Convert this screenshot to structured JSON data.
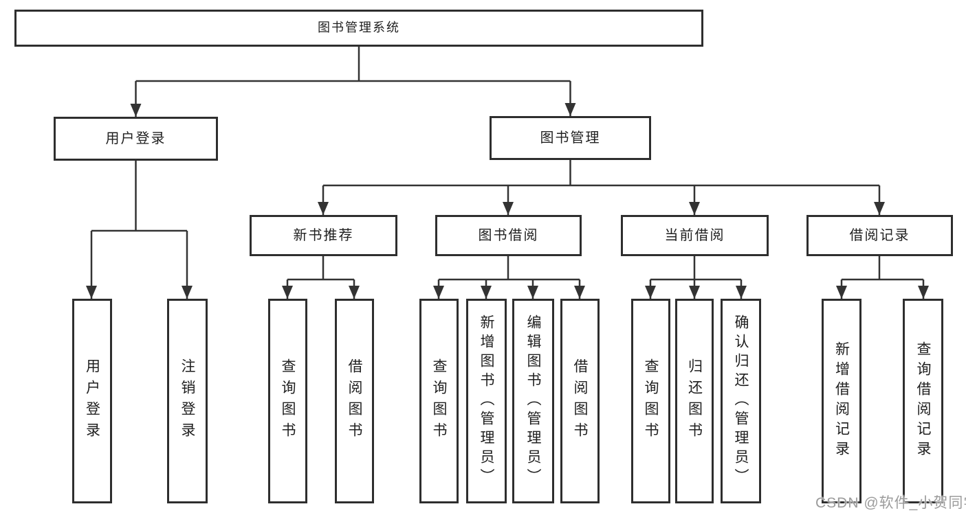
{
  "colors": {
    "bg": "#ffffff",
    "line": "#333333",
    "border": "#2e2e2e",
    "text": "#1f1f1f",
    "watermark": "#9b9b9b"
  },
  "nodes": {
    "root": "图书管理系统",
    "user_login": "用户登录",
    "book_mgmt": "图书管理",
    "new_book_rec": "新书推荐",
    "book_borrow": "图书借阅",
    "current_borrow": "当前借阅",
    "borrow_record": "借阅记录",
    "login_leaf": "用户登录",
    "logout_leaf": "注销登录",
    "rec_query": "查询图书",
    "rec_borrow": "借阅图书",
    "bb_query": "查询图书",
    "bb_add": "新增图书（管理员）",
    "bb_edit": "编辑图书（管理员）",
    "bb_borrow": "借阅图书",
    "cb_query": "查询图书",
    "cb_return": "归还图书",
    "cb_confirm": "确认归还（管理员）",
    "br_add": "新增借阅记录",
    "br_query": "查询借阅记录"
  },
  "watermark": "CSDN @软件_小贺同学"
}
